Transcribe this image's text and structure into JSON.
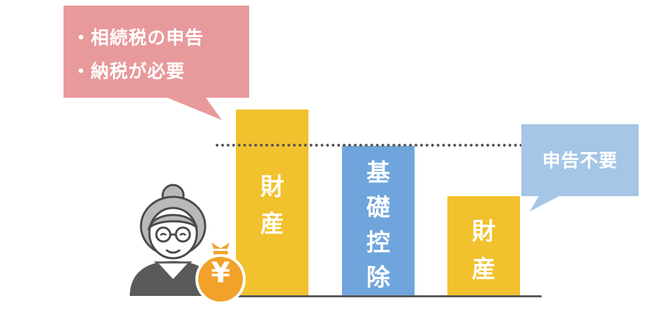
{
  "callout_red": {
    "lines": [
      "・相続税の申告",
      "・納税が必要"
    ],
    "color": "#e8999b"
  },
  "callout_blue": {
    "text": "申告不要",
    "color": "#a5c6e6"
  },
  "bars": {
    "property_large": {
      "label": [
        "財",
        "産"
      ],
      "color": "#f2c12e"
    },
    "basic_deduction": {
      "label": [
        "基",
        "礎",
        "控",
        "除"
      ],
      "color": "#6fa5dc"
    },
    "property_small": {
      "label": [
        "財",
        "産"
      ],
      "color": "#f2c12e"
    }
  },
  "coin": {
    "symbol": "¥",
    "color": "#f2a22b"
  },
  "icons": {
    "person": "grandmother-icon",
    "money": "money-bag-icon"
  }
}
